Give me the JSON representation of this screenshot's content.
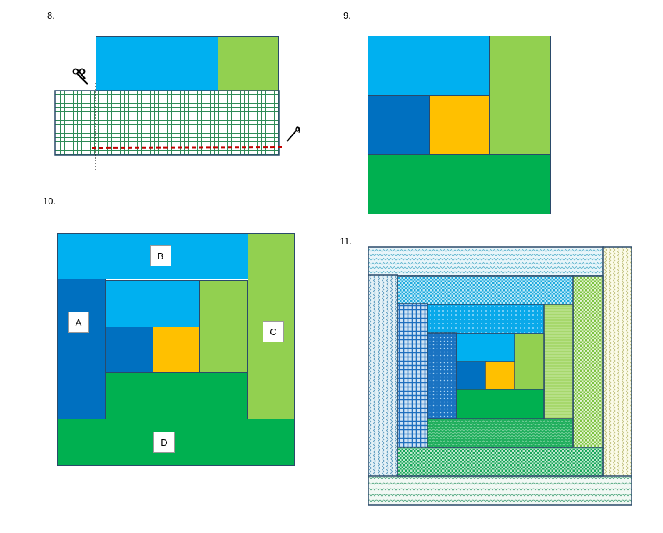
{
  "steps": {
    "s8": "8.",
    "s9": "9.",
    "s10": "10.",
    "s11": "11."
  },
  "labels": {
    "a": "A",
    "b": "B",
    "c": "C",
    "d": "D"
  },
  "colors": {
    "light_blue": "#00b0f0",
    "dark_blue": "#0070c0",
    "yellow": "#ffc000",
    "light_green": "#92d050",
    "green": "#00b050",
    "border": "#2a4a6a",
    "gingham": "#2e8b57",
    "cut_line": "#c00000"
  },
  "icons": [
    "scissors-icon",
    "needle-icon"
  ]
}
